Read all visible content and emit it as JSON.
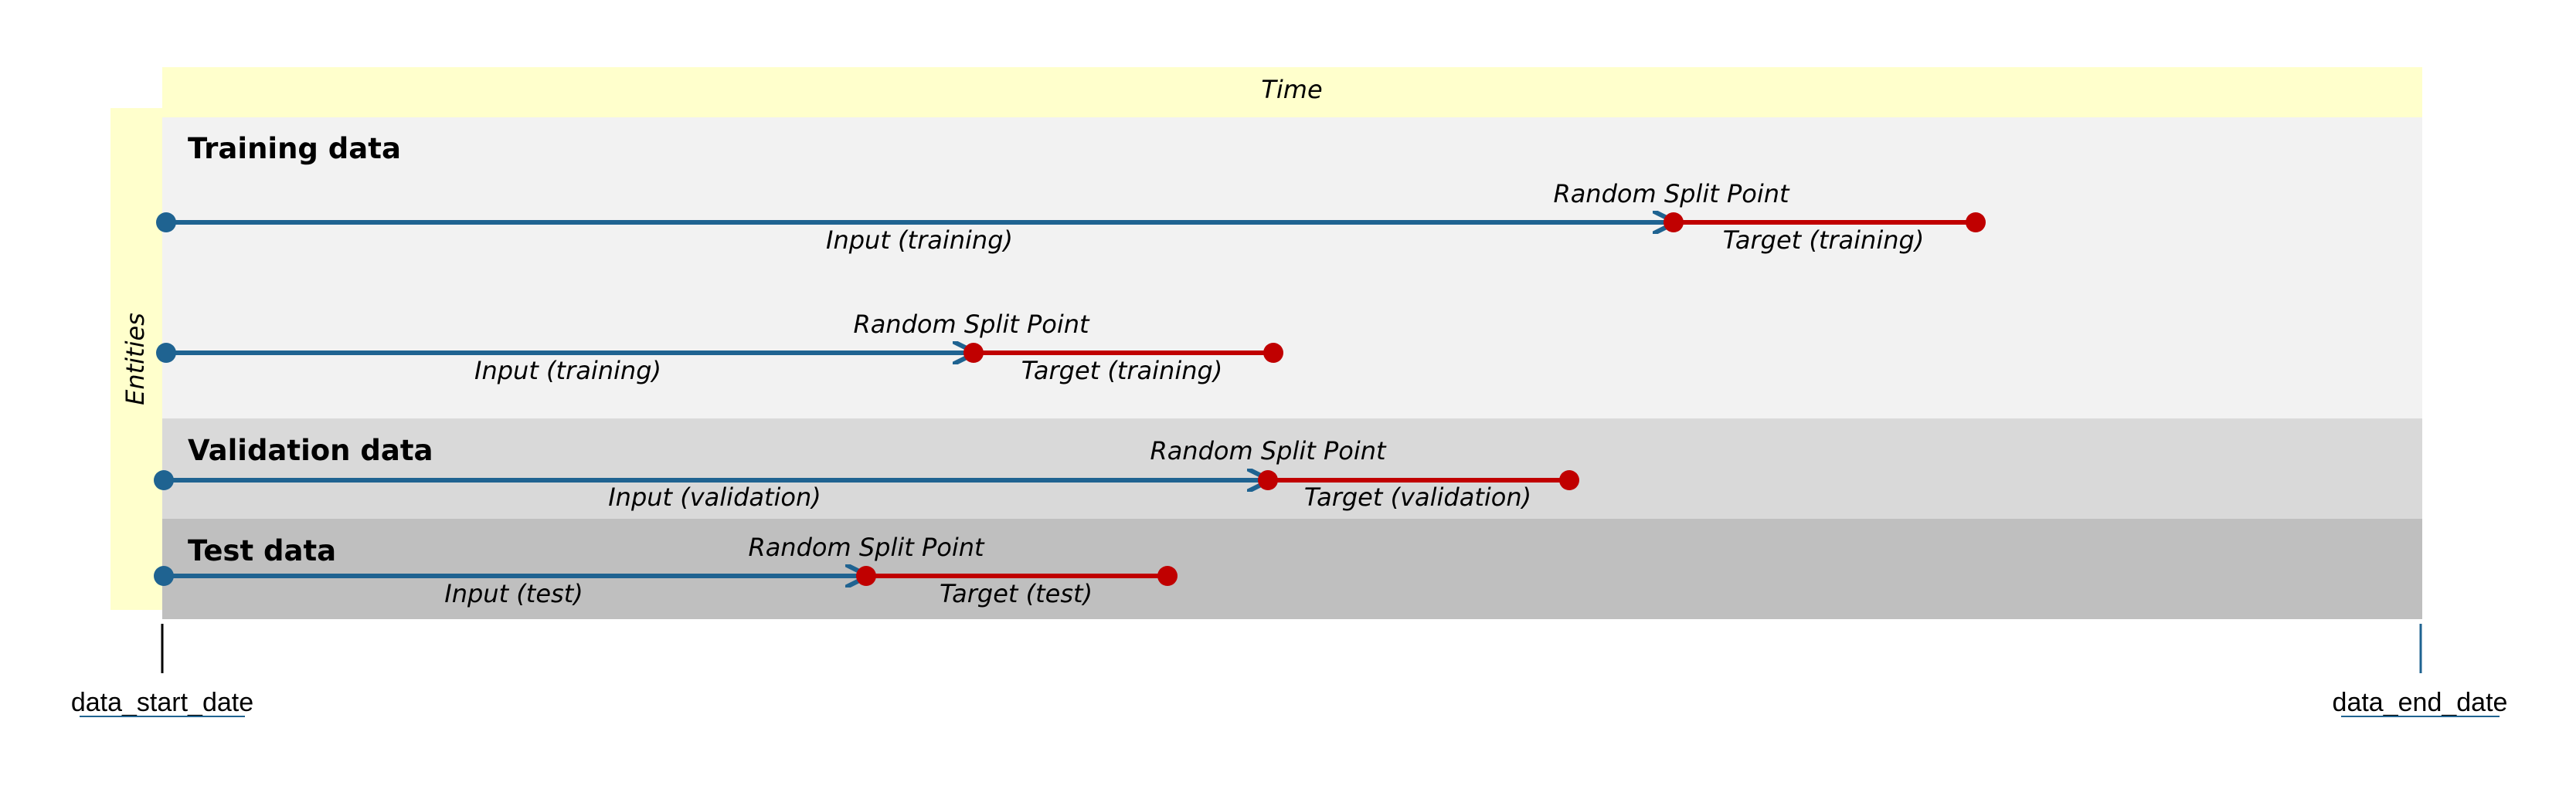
{
  "header": {
    "time_label": "Time"
  },
  "entities_label": "Entities",
  "sections": {
    "training": {
      "title": "Training data"
    },
    "validation": {
      "title": "Validation data"
    },
    "test": {
      "title": "Test data"
    }
  },
  "timelines": [
    {
      "id": "train-1",
      "input_label": "Input (training)",
      "target_label": "Target (training)",
      "split_label": "Random Split Point"
    },
    {
      "id": "train-2",
      "input_label": "Input (training)",
      "target_label": "Target (training)",
      "split_label": "Random Split Point"
    },
    {
      "id": "validation",
      "input_label": "Input (validation)",
      "target_label": "Target (validation)",
      "split_label": "Random Split Point"
    },
    {
      "id": "test",
      "input_label": "Input (test)",
      "target_label": "Target (test)",
      "split_label": "Random Split Point"
    }
  ],
  "dates": {
    "start": "data_start_date",
    "end": "data_end_date"
  },
  "colors": {
    "time_band": "#FFFFCC",
    "training_bg": "#F2F2F2",
    "validation_bg": "#D9D9D9",
    "test_bg": "#BFBFBF",
    "input_line": "#1F6391",
    "target_line": "#C00000"
  }
}
